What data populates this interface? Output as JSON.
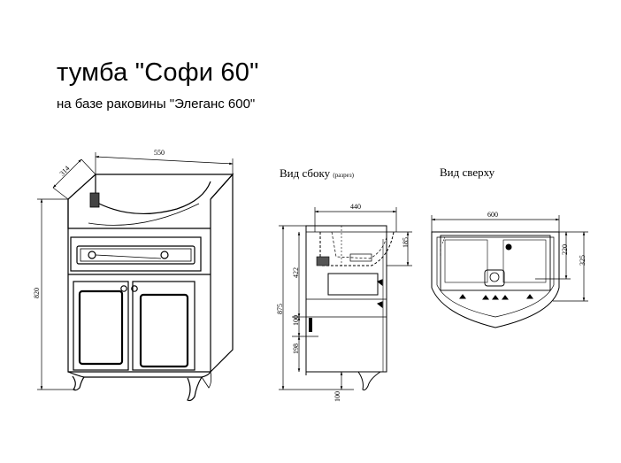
{
  "title": "тумба \"Софи 60\"",
  "subtitle": "на базе раковины \"Элеганс 600\"",
  "views": {
    "side": {
      "label": "Вид сбоку",
      "note": "(разрез)"
    },
    "top": {
      "label": "Вид сверху"
    }
  },
  "dimensions": {
    "front_depth": "314",
    "front_width": "550",
    "front_height": "820",
    "side_depth": "440",
    "side_sink_height": "185",
    "side_upper": "422",
    "side_total": "875",
    "side_drawer": "100",
    "side_lower": "198",
    "side_legs": "100",
    "top_width": "600",
    "top_inner": "220",
    "top_depth": "325"
  }
}
